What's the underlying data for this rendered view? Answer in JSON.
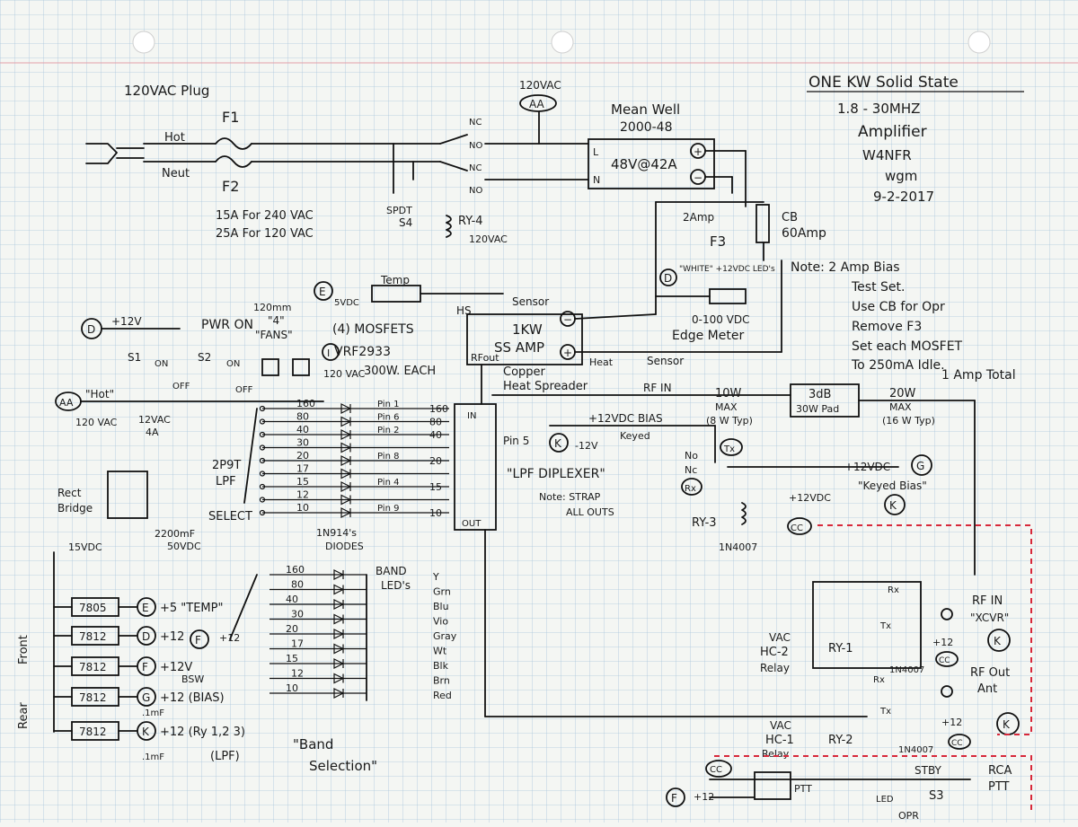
{
  "title": {
    "line1": "ONE KW Solid State",
    "line2": "1.8 - 30MHZ",
    "line3": "Amplifier",
    "line4": "W4NFR",
    "line5": "wgm",
    "line6": "9-2-2017"
  },
  "note_top": {
    "l1": "Note: 2 Amp Bias",
    "l2": "Test Set.",
    "l3": "Use CB for Opr",
    "l4": "Remove F3",
    "l5": "Set each MOSFET",
    "l6": "To 250mA Idle.",
    "l7": "1 Amp Total"
  },
  "mains": {
    "plug": "120VAC Plug",
    "hot": "Hot",
    "neut": "Neut",
    "f1": "F1",
    "f2": "F2",
    "fuse_240": "15A For 240 VAC",
    "fuse_120": "25A For 120 VAC",
    "ac_tag": "120VAC",
    "aa": "AA",
    "nc1": "NC",
    "no1": "NO",
    "nc2": "NC",
    "no2": "NO",
    "spdt": "SPDT",
    "s4": "S4",
    "ry4": "RY-4",
    "ry4_v": "120VAC"
  },
  "psu": {
    "name1": "Mean Well",
    "name2": "2000-48",
    "rating": "48V@42A",
    "l": "L",
    "n": "N",
    "plus": "+",
    "minus": "−"
  },
  "breaker": {
    "fuse": "2Amp",
    "f3": "F3",
    "cb": "CB",
    "cb_rating": "60Amp"
  },
  "meter": {
    "d": "D",
    "leds": "\"WHITE\" +12VDC LED's",
    "range": "0-100 VDC",
    "name": "Edge Meter"
  },
  "amp": {
    "hs": "HS",
    "name1": "1KW",
    "name2": "SS AMP",
    "rf_out": "RFout",
    "sensor_top": "Sensor",
    "heat": "Heat",
    "sensor_side": "Sensor",
    "copper1": "Copper",
    "copper2": "Heat Spreader",
    "mosfets1": "(4) MOSFETS",
    "mosfets2": "VRF2933",
    "mosfets3": "300W. EACH",
    "temp": "Temp",
    "e": "E",
    "e_v": "5VDC"
  },
  "rfpath": {
    "rf_in": "RF IN",
    "p10": "10W",
    "max1": "MAX",
    "typ1": "(8 W Typ)",
    "pad1": "3dB",
    "pad2": "30W Pad",
    "p20": "20W",
    "max2": "MAX",
    "typ2": "(16 W Typ)",
    "bias": "+12VDC BIAS",
    "keyed": "Keyed",
    "pin5": "Pin 5",
    "k": "K",
    "minus12": "-12V"
  },
  "lpf": {
    "diplexer": "\"LPF DIPLEXER\"",
    "in": "IN",
    "out": "OUT",
    "note1": "Note: STRAP",
    "note2": "ALL OUTS",
    "switch1": "2P9T",
    "switch2": "LPF",
    "switch3": "SELECT",
    "diodes1": "1N914's",
    "diodes2": "DIODES",
    "bands": [
      {
        "band": "160",
        "pin": "Pin 1",
        "out": "160"
      },
      {
        "band": "80",
        "pin": "Pin 6",
        "out": "80"
      },
      {
        "band": "40",
        "pin": "Pin 2",
        "out": "40"
      },
      {
        "band": "30",
        "pin": "",
        "out": ""
      },
      {
        "band": "20",
        "pin": "Pin 8",
        "out": "20"
      },
      {
        "band": "17",
        "pin": "",
        "out": ""
      },
      {
        "band": "15",
        "pin": "Pin 4",
        "out": "15"
      },
      {
        "band": "12",
        "pin": "",
        "out": ""
      },
      {
        "band": "10",
        "pin": "Pin 9",
        "out": "10"
      }
    ]
  },
  "txrx": {
    "no": "No",
    "nc": "Nc",
    "tx": "Tx",
    "rx": "Rx",
    "bias_out": "+12VDC",
    "g": "G",
    "keyed_bias": "\"Keyed Bias\"",
    "ry3_v": "+12VDC",
    "k": "K",
    "ry3": "RY-3",
    "cc": "CC",
    "diode": "1N4007"
  },
  "power": {
    "d": "D",
    "p12": "+12V",
    "pwr_on": "PWR ON",
    "s1": "S1",
    "s2": "S2",
    "on": "ON",
    "off": "OFF",
    "on2": "ON",
    "off2": "OFF",
    "fans1": "120mm",
    "fans2": "\"4\"",
    "fans3": "\"FANS\"",
    "i": "I",
    "vac120": "120 VAC",
    "aa": "AA",
    "hot": "\"Hot\"",
    "xfmr_in": "120 VAC",
    "xfmr_out1": "12VAC",
    "xfmr_out2": "4A",
    "bridge1": "Rect",
    "bridge2": "Bridge",
    "cap1": "2200mF",
    "cap2": "50VDC",
    "v15": "15VDC",
    "front": "Front",
    "rear": "Rear"
  },
  "regulators": [
    {
      "part": "7805",
      "tag": "E",
      "label": "+5 \"TEMP\""
    },
    {
      "part": "7812",
      "tag": "D",
      "label": "+12"
    },
    {
      "part": "7812",
      "tag": "F",
      "label": "+12V"
    },
    {
      "part": "7812",
      "tag": "G",
      "label": "+12 (BIAS)"
    },
    {
      "part": "7812",
      "tag": "K",
      "label": "+12 (Ry 1,2 3)"
    }
  ],
  "reg_extra": {
    "bsw": "BSW",
    "lpf": "(LPF)",
    "cap_a": ".1mF",
    "cap_b": ".1mF"
  },
  "band_select": {
    "f": "F",
    "p12": "+12",
    "leds1": "BAND",
    "leds2": "LED's",
    "title1": "\"Band",
    "title2": "Selection\"",
    "rows": [
      {
        "band": "160",
        "color": "Y"
      },
      {
        "band": "80",
        "color": "Grn"
      },
      {
        "band": "40",
        "color": "Blu"
      },
      {
        "band": "30",
        "color": "Vio"
      },
      {
        "band": "20",
        "color": "Gray"
      },
      {
        "band": "17",
        "color": "Wt"
      },
      {
        "band": "15",
        "color": "Blk"
      },
      {
        "band": "12",
        "color": "Brn"
      },
      {
        "band": "10",
        "color": "Red"
      }
    ]
  },
  "relays": {
    "rx1": "Rx",
    "tx1": "Tx",
    "vac1": "VAC",
    "hc2": "HC-2",
    "relay1": "Relay",
    "ry1": "RY-1",
    "p12a": "+12",
    "k1": "K",
    "cc1": "CC",
    "d1": "1N4007",
    "rfin1": "RF IN",
    "rfin2": "\"XCVR\"",
    "rfout1": "RF Out",
    "rfout2": "Ant",
    "rx2": "Rx",
    "tx2": "Tx",
    "vac2": "VAC",
    "hc1": "HC-1",
    "relay2": "Relay",
    "ry2": "RY-2",
    "p12b": "+12",
    "k2": "K",
    "cc2": "CC",
    "d2": "1N4007"
  },
  "ptt": {
    "cc": "CC",
    "f": "F",
    "p12": "+12",
    "ptt": "PTT",
    "led": "LED",
    "stby": "STBY",
    "opr": "OPR",
    "s3": "S3",
    "rca1": "RCA",
    "rca2": "PTT"
  },
  "colors": {
    "ink": "#111111",
    "grid": "#a9c6dc",
    "paper": "#f4f6f3",
    "red_dash": "#d8283a"
  }
}
